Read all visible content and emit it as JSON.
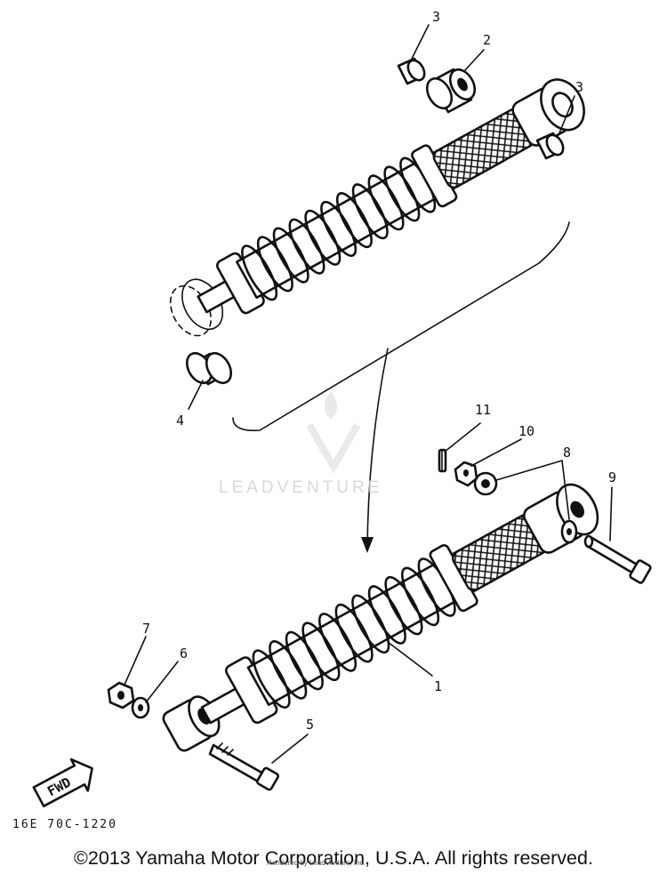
{
  "diagram": {
    "callouts": [
      "1",
      "2",
      "3",
      "3",
      "4",
      "5",
      "6",
      "7",
      "8",
      "9",
      "10",
      "11"
    ],
    "drawing_code": "16E 70C-1220",
    "direction_label": "FWD"
  },
  "watermark": {
    "text": "LEADVENTURE"
  },
  "footer": {
    "copyright": "©2013 Yamaha Motor Corporation, U.S.A. All rights reserved.",
    "render_credit": "Rendered by LeadVenture, Inc."
  }
}
